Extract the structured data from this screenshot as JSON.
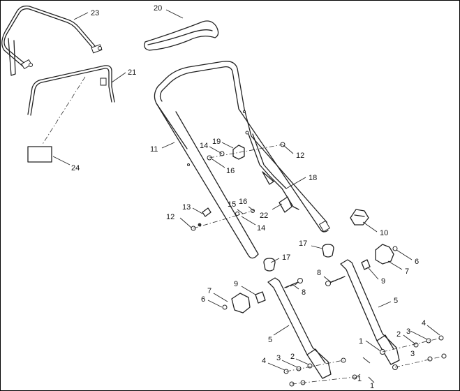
{
  "callouts": [
    {
      "id": "c23",
      "text": "23"
    },
    {
      "id": "c20",
      "text": "20"
    },
    {
      "id": "c21",
      "text": "21"
    },
    {
      "id": "c11",
      "text": "11"
    },
    {
      "id": "c19",
      "text": "19"
    },
    {
      "id": "c14a",
      "text": "14"
    },
    {
      "id": "c16a",
      "text": "16"
    },
    {
      "id": "c12a",
      "text": "12"
    },
    {
      "id": "c18",
      "text": "18"
    },
    {
      "id": "c24",
      "text": "24"
    },
    {
      "id": "c13",
      "text": "13"
    },
    {
      "id": "c15",
      "text": "15"
    },
    {
      "id": "c16b",
      "text": "16"
    },
    {
      "id": "c12b",
      "text": "12"
    },
    {
      "id": "c22",
      "text": "22"
    },
    {
      "id": "c14b",
      "text": "14"
    },
    {
      "id": "c10",
      "text": "10"
    },
    {
      "id": "c17a",
      "text": "17"
    },
    {
      "id": "c17b",
      "text": "17"
    },
    {
      "id": "c6a",
      "text": "6"
    },
    {
      "id": "c7a",
      "text": "7"
    },
    {
      "id": "c8a",
      "text": "8"
    },
    {
      "id": "c9a",
      "text": "9"
    },
    {
      "id": "c9b",
      "text": "9"
    },
    {
      "id": "c8b",
      "text": "8"
    },
    {
      "id": "c7b",
      "text": "7"
    },
    {
      "id": "c6b",
      "text": "6"
    },
    {
      "id": "c5a",
      "text": "5"
    },
    {
      "id": "c5b",
      "text": "5"
    },
    {
      "id": "c4a",
      "text": "4"
    },
    {
      "id": "c3a",
      "text": "3"
    },
    {
      "id": "c2a",
      "text": "2"
    },
    {
      "id": "c1a",
      "text": "1"
    },
    {
      "id": "c3b",
      "text": "3"
    },
    {
      "id": "c2b",
      "text": "2"
    },
    {
      "id": "c1b",
      "text": "1"
    },
    {
      "id": "c4b",
      "text": "4"
    },
    {
      "id": "c3c",
      "text": "3"
    },
    {
      "id": "c1c",
      "text": "1"
    }
  ]
}
